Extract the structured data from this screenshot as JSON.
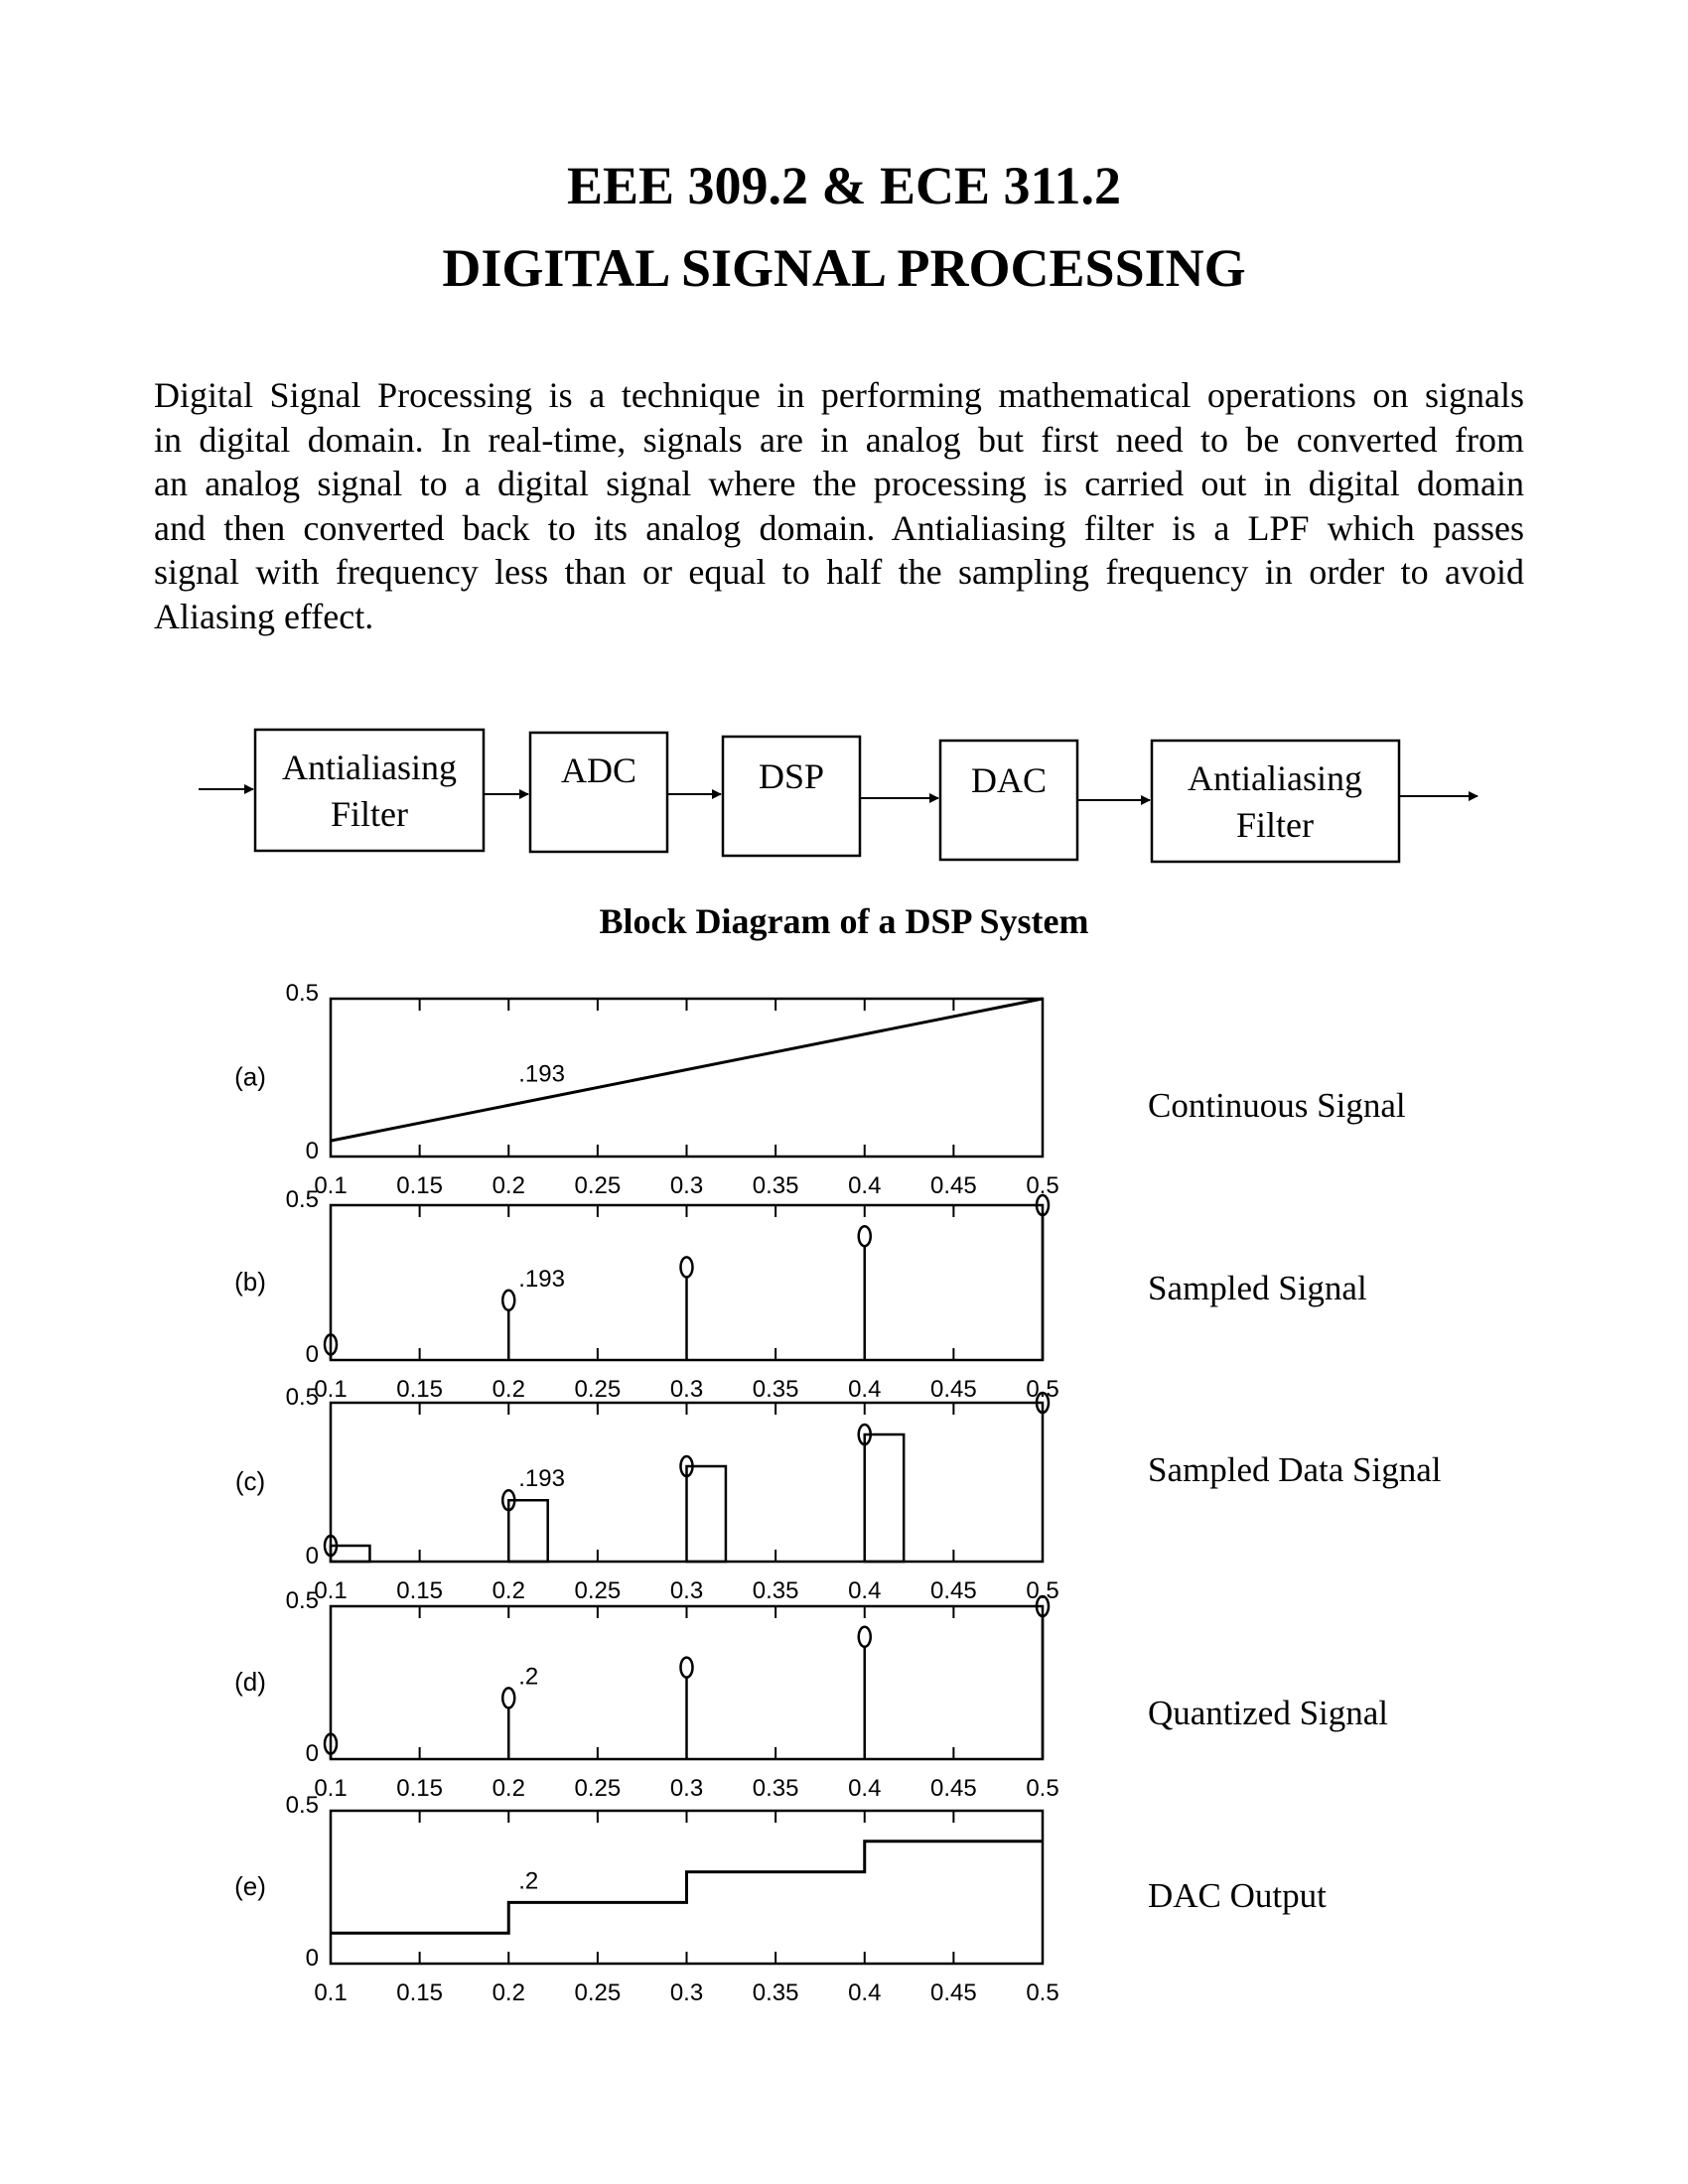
{
  "title_line1": "EEE 309.2 & ECE 311.2",
  "title_line2": "DIGITAL SIGNAL PROCESSING",
  "intro_lines": [
    "Digital Signal Processing is a technique in performing mathematical operations on signals",
    "in digital domain. In real-time, signals are in analog but first need to be converted from",
    "an analog signal to a digital signal where the processing is carried out in digital domain",
    "and then converted back to its analog domain. Antialiasing filter is a LPF which passes",
    "signal with frequency less than or equal to half the sampling frequency in order to avoid",
    "Aliasing effect."
  ],
  "block_diagram": {
    "caption": "Block Diagram of a DSP System",
    "blocks": [
      {
        "line1": "Antialiasing",
        "line2": "Filter"
      },
      {
        "line1": "ADC",
        "line2": ""
      },
      {
        "line1": "DSP",
        "line2": ""
      },
      {
        "line1": "DAC",
        "line2": ""
      },
      {
        "line1": "Antialiasing",
        "line2": "Filter"
      }
    ]
  },
  "signal_labels": [
    "Continuous Signal",
    "Sampled Signal",
    "Sampled Data Signal",
    "Quantized Signal",
    "DAC Output"
  ],
  "chart_data": [
    {
      "type": "line",
      "panel": "(a)",
      "x": [
        0.1,
        0.5
      ],
      "y": [
        0.05,
        0.5
      ],
      "xlim": [
        0.1,
        0.5
      ],
      "ylim": [
        0,
        0.5
      ],
      "xticks": [
        "0.1",
        "0.15",
        "0.2",
        "0.25",
        "0.3",
        "0.35",
        "0.4",
        "0.45",
        "0.5"
      ],
      "yticks": [
        "0",
        "0.5"
      ],
      "annotation": {
        "text": ".193",
        "x": 0.2,
        "y": 0.193
      }
    },
    {
      "type": "scatter",
      "panel": "(b)",
      "style": "stem",
      "x": [
        0.1,
        0.2,
        0.3,
        0.4,
        0.5
      ],
      "y": [
        0.05,
        0.193,
        0.3,
        0.4,
        0.5
      ],
      "xlim": [
        0.1,
        0.5
      ],
      "ylim": [
        0,
        0.5
      ],
      "xticks": [
        "0.1",
        "0.15",
        "0.2",
        "0.25",
        "0.3",
        "0.35",
        "0.4",
        "0.45",
        "0.5"
      ],
      "yticks": [
        "0",
        "0.5"
      ],
      "annotation": {
        "text": ".193",
        "x": 0.2,
        "y": 0.193
      }
    },
    {
      "type": "bar",
      "panel": "(c)",
      "style": "sample-and-hold pulses",
      "x": [
        0.1,
        0.2,
        0.3,
        0.4,
        0.5
      ],
      "y": [
        0.05,
        0.193,
        0.3,
        0.4,
        0.5
      ],
      "pulse_width": 0.022,
      "xlim": [
        0.1,
        0.5
      ],
      "ylim": [
        0,
        0.5
      ],
      "xticks": [
        "0.1",
        "0.15",
        "0.2",
        "0.25",
        "0.3",
        "0.35",
        "0.4",
        "0.45",
        "0.5"
      ],
      "yticks": [
        "0",
        "0.5"
      ],
      "annotation": {
        "text": ".193",
        "x": 0.2,
        "y": 0.193
      }
    },
    {
      "type": "scatter",
      "panel": "(d)",
      "style": "stem",
      "x": [
        0.1,
        0.2,
        0.3,
        0.4,
        0.5
      ],
      "y": [
        0.05,
        0.2,
        0.3,
        0.4,
        0.5
      ],
      "xlim": [
        0.1,
        0.5
      ],
      "ylim": [
        0,
        0.5
      ],
      "xticks": [
        "0.1",
        "0.15",
        "0.2",
        "0.25",
        "0.3",
        "0.35",
        "0.4",
        "0.45",
        "0.5"
      ],
      "yticks": [
        "0",
        "0.5"
      ],
      "annotation": {
        "text": ".2",
        "x": 0.2,
        "y": 0.2
      }
    },
    {
      "type": "line",
      "panel": "(e)",
      "style": "staircase",
      "x": [
        0.1,
        0.2,
        0.3,
        0.4,
        0.5
      ],
      "y": [
        0.1,
        0.2,
        0.3,
        0.4,
        0.4
      ],
      "xlim": [
        0.1,
        0.5
      ],
      "ylim": [
        0,
        0.5
      ],
      "xticks": [
        "0.1",
        "0.15",
        "0.2",
        "0.25",
        "0.3",
        "0.35",
        "0.4",
        "0.45",
        "0.5"
      ],
      "yticks": [
        "0",
        "0.5"
      ],
      "annotation": {
        "text": ".2",
        "x": 0.2,
        "y": 0.2
      }
    }
  ]
}
